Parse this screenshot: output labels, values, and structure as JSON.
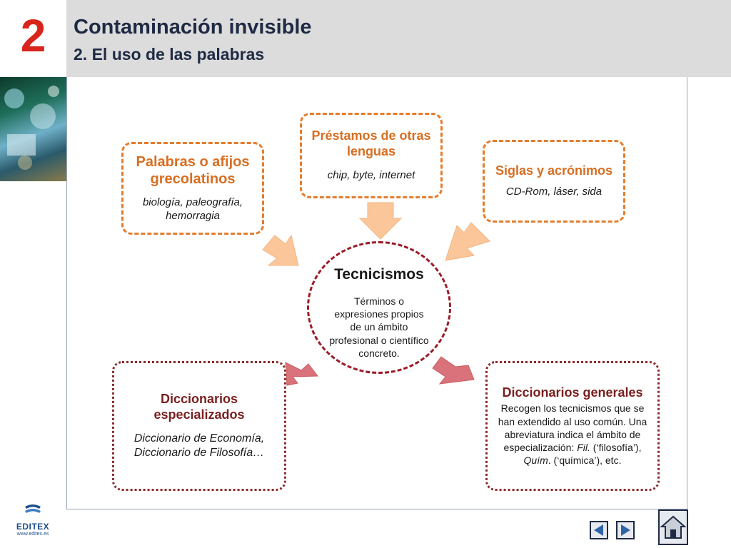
{
  "header": {
    "chapter_number": "2",
    "title": "Contaminación invisible",
    "subtitle": "2. El uso de las palabras"
  },
  "diagram": {
    "center": {
      "title": "Tecnicismos",
      "text": "Términos o expresiones propios de un ámbito profesional o científico concreto."
    },
    "boxes": {
      "grecolatinos": {
        "title": "Palabras o afijos grecolatinos",
        "text": "biología, paleografía, hemorragia"
      },
      "prestamos": {
        "title": "Préstamos de otras lenguas",
        "text": "chip, byte, internet"
      },
      "siglas": {
        "title": "Siglas y acrónimos",
        "text": "CD-Rom, láser, sida"
      },
      "especializados": {
        "title": "Diccionarios especializados",
        "text": "Diccionario de Economía, Diccionario de Filosofía…"
      },
      "generales": {
        "title": "Diccionarios generales",
        "text_parts": [
          "Recogen los tecnicismos que se han extendido al uso común. Una abreviatura indica el ámbito de especialización: ",
          "Fil.",
          " (‘filosofía’), ",
          "Quím",
          ". (‘química’), etc."
        ]
      }
    }
  },
  "logo": {
    "name": "EDITEX",
    "url": "www.editex.es"
  },
  "navigation": {
    "prev_icon": "triangle-left-icon",
    "next_icon": "triangle-right-icon",
    "home_icon": "home-icon"
  },
  "colors": {
    "chapter_red": "#d8251c",
    "orange_accent": "#e57c2c",
    "dark_red_accent": "#8b2a2a",
    "arrow_peach": "#fbc79a",
    "arrow_rose": "#d9727a"
  }
}
